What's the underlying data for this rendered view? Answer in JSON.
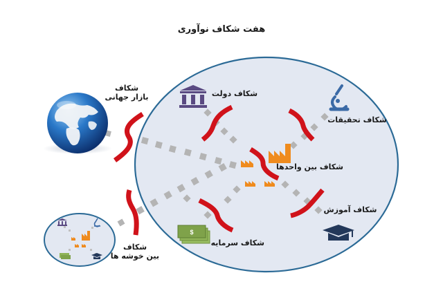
{
  "title": "هفت شکاف نوآوری",
  "colors": {
    "ellipse_fill": "#e3e8f2",
    "ellipse_stroke": "#2b6a96",
    "gap_red": "#d0121a",
    "dots_gray": "#b4b4b4",
    "factory_orange": "#ef8b1e",
    "gov_purple": "#5a4a82",
    "research_blue": "#3b6aa6",
    "education_navy": "#23385a",
    "money_green": "#7fa24a"
  },
  "gaps": [
    {
      "id": "global-market",
      "label_line1": "شکاف",
      "label_line2": "بازار جهانی",
      "icon": "globe-icon"
    },
    {
      "id": "government",
      "label": "شکاف دولت",
      "icon": "government-building-icon"
    },
    {
      "id": "research",
      "label": "شکاف تحقیقات",
      "icon": "microscope-icon"
    },
    {
      "id": "inter-unit",
      "label": "شکاف بین واحدها",
      "icon": "factory-icon"
    },
    {
      "id": "education",
      "label": "شکاف آموزش",
      "icon": "graduation-cap-icon"
    },
    {
      "id": "capital",
      "label": "شکاف سرمایه",
      "icon": "money-stack-icon"
    },
    {
      "id": "inter-cluster",
      "label_line1": "شکاف",
      "label_line2": "بین خوشه ها",
      "icon": "cluster-ellipse-icon"
    }
  ]
}
